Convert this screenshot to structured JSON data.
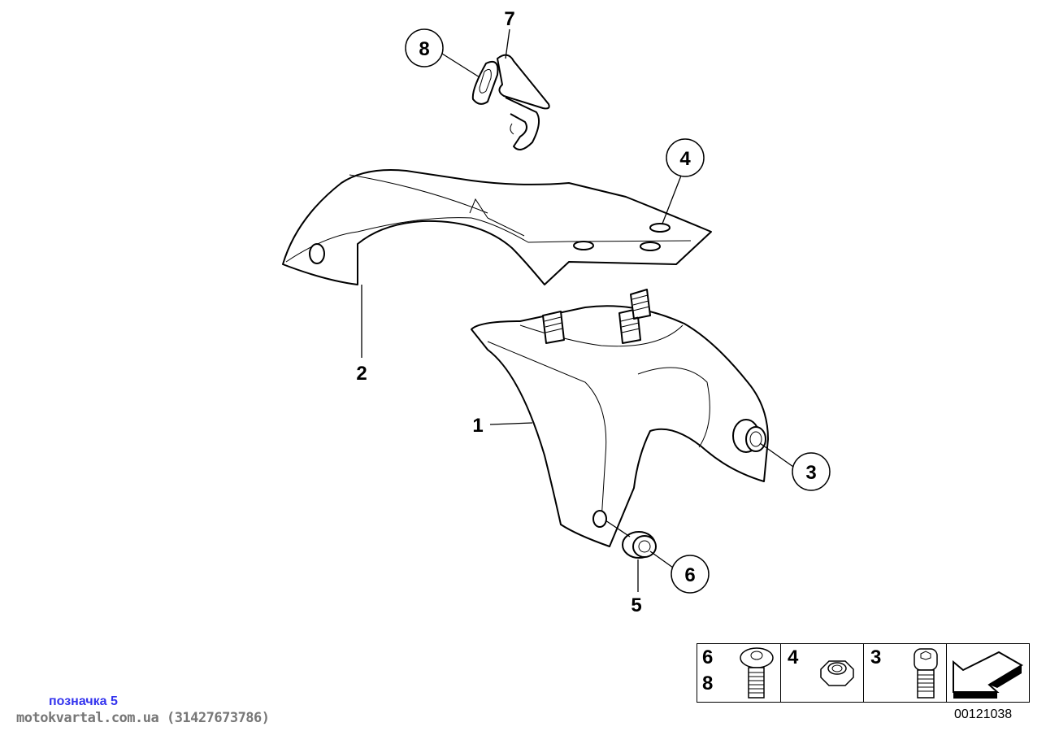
{
  "callouts": {
    "c1": "1",
    "c2": "2",
    "c3": "3",
    "c4": "4",
    "c5": "5",
    "c6": "6",
    "c7": "7",
    "c8": "8"
  },
  "legend": {
    "cells": [
      {
        "numbers": [
          "6",
          "8"
        ],
        "icon": "torx-bolt-icon"
      },
      {
        "numbers": [
          "4"
        ],
        "icon": "hex-nut-icon"
      },
      {
        "numbers": [
          "3"
        ],
        "icon": "socket-cap-screw-icon"
      },
      {
        "numbers": [],
        "icon": "direction-arrow-icon"
      }
    ]
  },
  "doc_number": "00121038",
  "caption": "позначка 5",
  "site": "motokvartal.com.ua (31427673786)"
}
